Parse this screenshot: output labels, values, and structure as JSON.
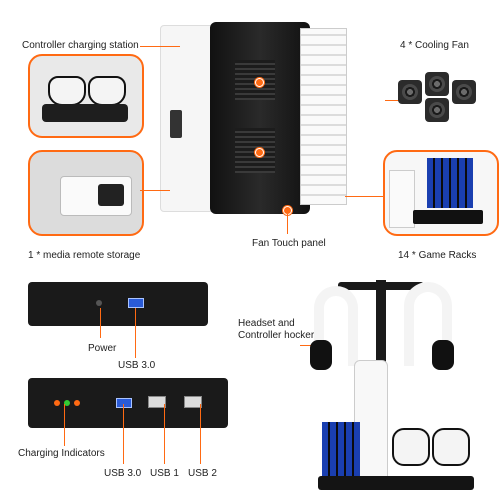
{
  "labels": {
    "charging_station": "Controller charging station",
    "cooling_fan": "4 * Cooling Fan",
    "media_remote": "1 * media remote storage",
    "fan_touch_panel": "Fan Touch panel",
    "game_racks": "14 * Game Racks",
    "power": "Power",
    "usb30_top": "USB 3.0",
    "headset_hooker": "Headset and\nController hocker",
    "charging_indicators": "Charging Indicators",
    "usb30_bottom": "USB 3.0",
    "usb1": "USB 1",
    "usb2": "USB 2"
  },
  "colors": {
    "accent": "#ff6a13",
    "console_dark": "#1c1c1c",
    "console_white": "#f4f4f4",
    "usb_blue": "#2a5bd7"
  }
}
